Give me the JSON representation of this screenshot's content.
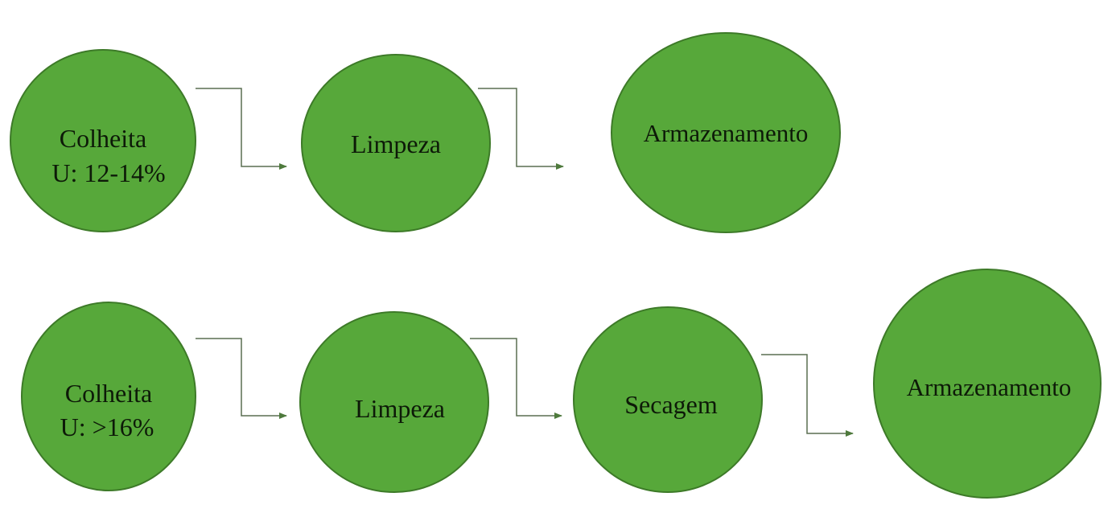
{
  "colors": {
    "node_fill": "#57a83a",
    "node_stroke": "#3d7a28",
    "connector": "#5a6e50",
    "arrowhead": "#4e7a3c",
    "text": "#0d1a08",
    "background": "#ffffff"
  },
  "rows": [
    {
      "name": "low-moisture-flow",
      "nodes": [
        {
          "id": "r1n1",
          "lines": [
            "Colheita",
            "U: 12-14%"
          ]
        },
        {
          "id": "r1n2",
          "lines": [
            "Limpeza"
          ]
        },
        {
          "id": "r1n3",
          "lines": [
            "Armazenamento"
          ]
        }
      ],
      "edges": [
        [
          "r1n1",
          "r1n2"
        ],
        [
          "r1n2",
          "r1n3"
        ]
      ]
    },
    {
      "name": "high-moisture-flow",
      "nodes": [
        {
          "id": "r2n1",
          "lines": [
            "Colheita",
            "U: >16%"
          ]
        },
        {
          "id": "r2n2",
          "lines": [
            "Limpeza"
          ]
        },
        {
          "id": "r2n3",
          "lines": [
            "Secagem"
          ]
        },
        {
          "id": "r2n4",
          "lines": [
            "Armazenamento"
          ]
        }
      ],
      "edges": [
        [
          "r2n1",
          "r2n2"
        ],
        [
          "r2n2",
          "r2n3"
        ],
        [
          "r2n3",
          "r2n4"
        ]
      ]
    }
  ]
}
